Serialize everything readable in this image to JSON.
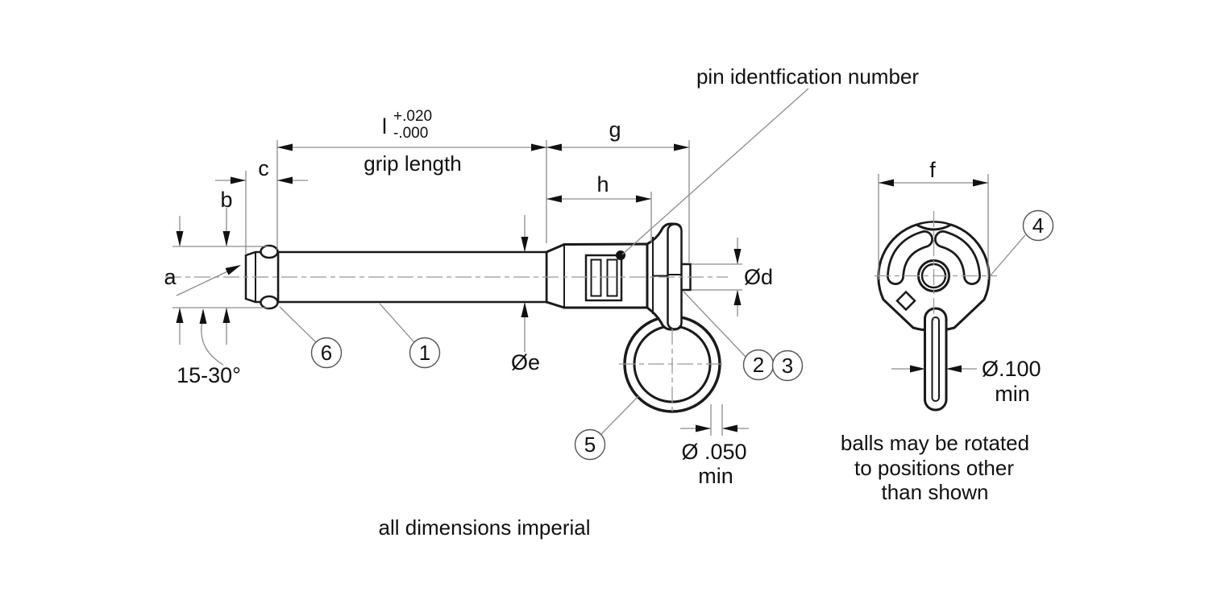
{
  "dims": {
    "a": "a",
    "b": "b",
    "c": "c",
    "l": "l",
    "l_tol_plus": "+.020",
    "l_tol_minus": "-.000",
    "grip_length": "grip length",
    "g": "g",
    "h": "h",
    "head_dia": "Ød",
    "shank_dia": "Øe",
    "handle_width": "f",
    "ring_wire_dia": "Ø .050",
    "ring_wire_min": "min",
    "lanyard_dia": "Ø.100",
    "lanyard_min": "min",
    "chamfer_angle": "15-30°"
  },
  "callouts": {
    "c1": "1",
    "c2": "2",
    "c3": "3",
    "c4": "4",
    "c5": "5",
    "c6": "6"
  },
  "notes": {
    "pin_id": "pin identfication number",
    "balls_line1": "balls may be rotated",
    "balls_line2": "to positions other",
    "balls_line3": "than shown",
    "footer": "all dimensions imperial"
  },
  "colors": {
    "outline": "#1a1a1a",
    "dimension_lines": "#8c8c8c",
    "centerlines": "#999999",
    "arrowheads": "#111111",
    "background": "#ffffff"
  }
}
